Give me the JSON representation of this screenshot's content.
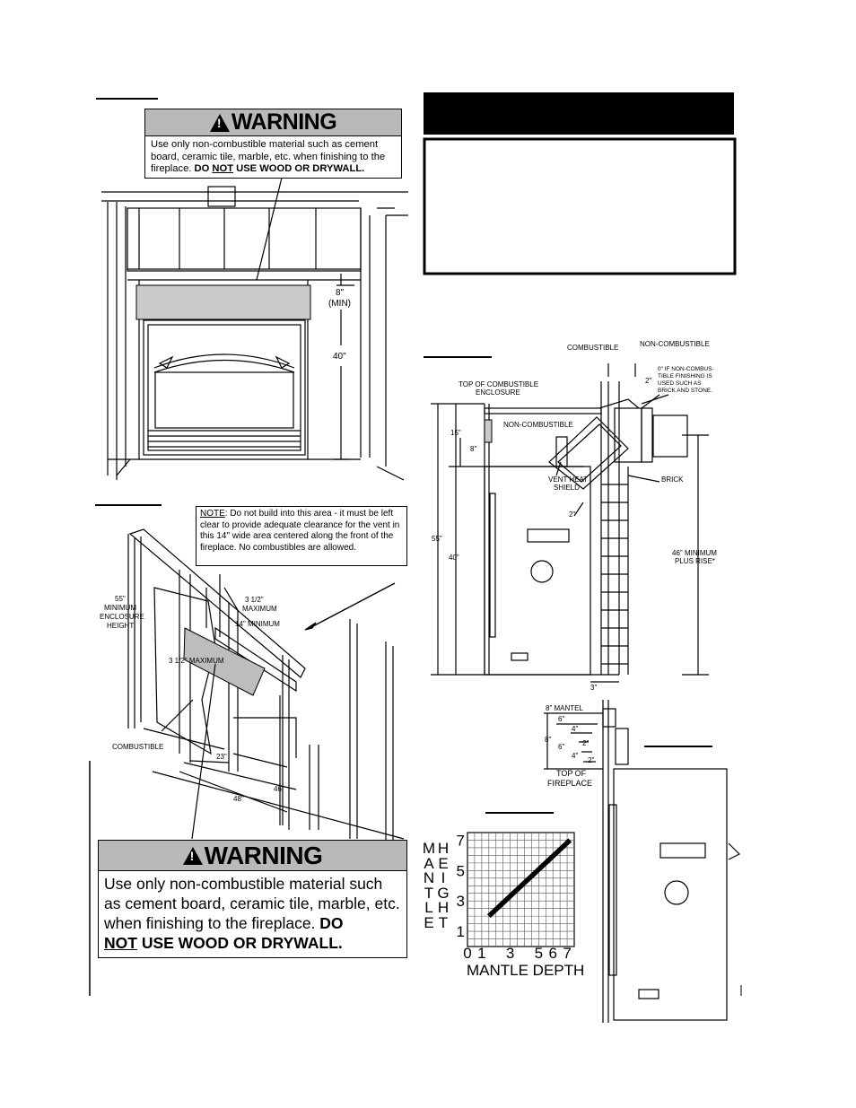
{
  "warning_top": {
    "title": "WARNING",
    "text_before": "Use only non-combustible material such as cement board, ceramic tile, marble, etc. when finishing to the fireplace. ",
    "text_do": "DO ",
    "text_not": "NOT",
    "text_after": " USE WOOD OR DRYWALL."
  },
  "warning_bottom": {
    "title": "WARNING",
    "text_before": "Use only non-combustible material such as cement board, ceramic tile, marble, etc. when finishing to the fireplace. ",
    "text_do": "DO",
    "text_not": "NOT",
    "text_after": " USE WOOD OR DRYWALL."
  },
  "fig1": {
    "dim_top": "8\"",
    "dim_min": "(MIN)",
    "dim_height": "40\""
  },
  "fig2": {
    "note_label": "NOTE",
    "note_text": ": Do not build into this area - it must be left clear to provide adequate clearance for the vent in this 14\" wide area centered along the front of the fireplace. No combustibles are allowed.",
    "dim_55": "55\"",
    "minimum": "MINIMUM",
    "enclosure": "ENCLOSURE",
    "height": "HEIGHT",
    "three_half_top": "3 1/2\"",
    "maximum": "MAXIMUM",
    "fourteen_min": "14\" MINIMUM",
    "three_half_max": "3 1/2\" MAXIMUM",
    "combustible": "COMBUSTIBLE",
    "dim_23": "23\"",
    "dim_46": "46\"",
    "dim_48": "48\""
  },
  "fig3": {
    "combustible": "COMBUSTIBLE",
    "non_combustible": "NON-COMBUSTIBLE",
    "dim_2": "2\"",
    "zero_note_1": "0\" IF NON-COMBUS-",
    "zero_note_2": "TIBLE FINISHING IS",
    "zero_note_3": "USED SUCH AS",
    "zero_note_4": "BRICK AND STONE.",
    "top_enclosure_1": "TOP OF COMBUSTIBLE",
    "top_enclosure_2": "ENCLOSURE",
    "non_comb_inner": "NON-COMBUSTIBLE",
    "dim_15": "15\"",
    "dim_8": "8\"",
    "vent_heat_1": "VENT HEAT",
    "vent_heat_2": "SHIELD",
    "dim_2b": "2\"",
    "brick": "BRICK",
    "dim_55": "55\"",
    "dim_40": "40\"",
    "min_46_1": "46\" MINIMUM",
    "min_46_2": "PLUS RISE*",
    "dim_3": "3\""
  },
  "mantel": {
    "mantel_8": "8\" MANTEL",
    "d6a": "6\"",
    "d8": "8\"",
    "d4a": "4\"",
    "d6b": "6\"",
    "d2a": "2\"",
    "d4b": "4\"",
    "d2b": "2\"",
    "top_of": "TOP OF",
    "fireplace": "FIREPLACE"
  },
  "chart_labels": {
    "left_letters": [
      "M",
      "A",
      "N",
      "T",
      "L",
      "E"
    ],
    "right_letters": [
      "H",
      "E",
      "I",
      "G",
      "H",
      "T"
    ],
    "xlabel": "MANTLE DEPTH"
  },
  "chart_data": {
    "type": "line",
    "xlabel": "MANTLE DEPTH",
    "ylabel": "MANTLE HEIGHT",
    "x_ticks": [
      "0",
      "1",
      "3",
      "5",
      "6",
      "7"
    ],
    "y_ticks": [
      "1",
      "3",
      "5",
      "7"
    ],
    "xlim": [
      0,
      7.5
    ],
    "ylim": [
      0,
      7.5
    ],
    "grid": true,
    "series": [
      {
        "x": [
          1.5,
          7.2
        ],
        "y": [
          2.0,
          7.0
        ]
      }
    ]
  }
}
